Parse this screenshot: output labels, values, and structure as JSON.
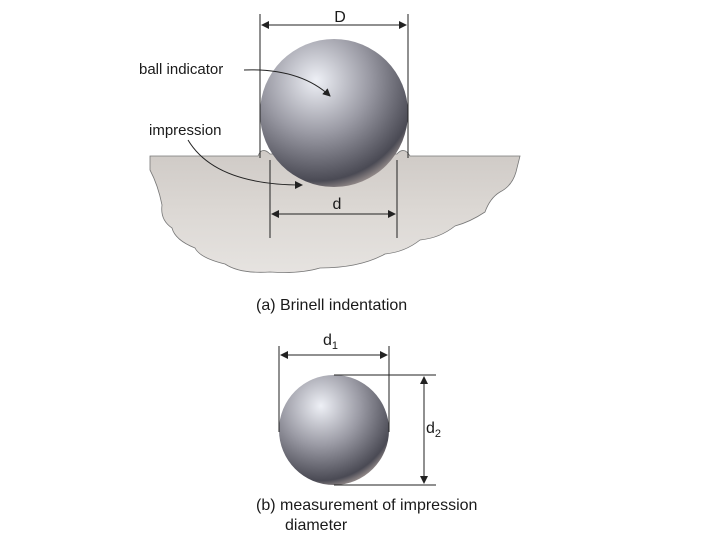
{
  "labels": {
    "D": "D",
    "ball_indicator": "ball indicator",
    "impression": "impression",
    "d": "d",
    "caption_a": "(a)  Brinell indentation",
    "d1_base": "d",
    "d1_sub": "1",
    "d2_base": "d",
    "d2_sub": "2",
    "caption_b_line1": "(b)  measurement of impression",
    "caption_b_line2": "diameter"
  },
  "colors": {
    "material_fill": "#dcd8d4",
    "material_shadow": "#bdb8b3",
    "ball_highlight": "#eef0f6",
    "ball_mid": "#9a9aa4",
    "ball_dark": "#4a4a54",
    "ball_rim": "#c7b8b0",
    "line": "#222222"
  }
}
